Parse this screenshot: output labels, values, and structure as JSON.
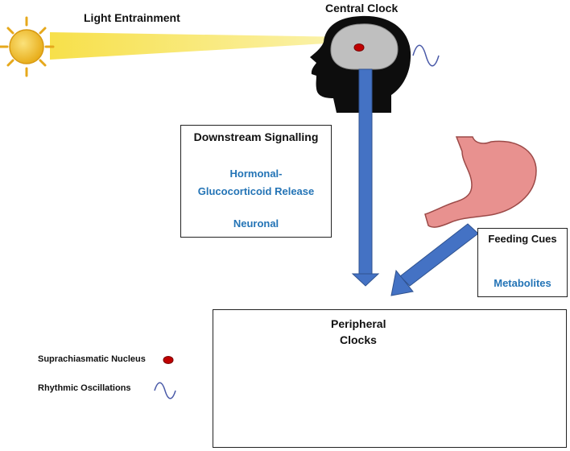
{
  "light_label": "Light Entrainment",
  "central_label": "Central Clock",
  "downstream": {
    "title": "Downstream Signalling",
    "hormonal_line1": "Hormonal-",
    "hormonal_line2": "Glucocorticoid Release",
    "neuronal": "Neuronal"
  },
  "feeding": {
    "title": "Feeding Cues",
    "metabolites": "Metabolites"
  },
  "peripheral": {
    "line1": "Peripheral",
    "line2": "Clocks"
  },
  "legend": {
    "scn": "Suprachiasmatic  Nucleus",
    "rhythm": "Rhythmic Oscillations"
  },
  "colors": {
    "arrow": "#4472c4",
    "text_blue": "#2474b6",
    "sun": "#f2c12e",
    "scn_dot": "#c00000",
    "lungs": "#1c55a8",
    "stomach": "#e8918f",
    "kidney": "#f0b8b8",
    "liver": "#8b1a1a"
  }
}
